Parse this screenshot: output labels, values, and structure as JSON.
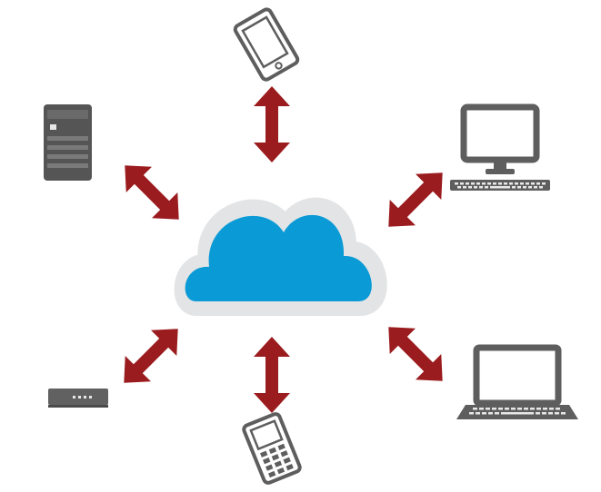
{
  "diagram": {
    "hub": {
      "icon": "cloud-icon"
    },
    "devices": [
      {
        "id": "tablet",
        "icon": "tablet-icon"
      },
      {
        "id": "server",
        "icon": "server-tower-icon"
      },
      {
        "id": "desktop",
        "icon": "desktop-computer-icon"
      },
      {
        "id": "router",
        "icon": "router-modem-icon"
      },
      {
        "id": "phone",
        "icon": "mobile-phone-icon"
      },
      {
        "id": "laptop",
        "icon": "laptop-icon"
      }
    ],
    "connections": [
      {
        "from": "cloud",
        "to": "tablet",
        "style": "bidirectional-arrow"
      },
      {
        "from": "cloud",
        "to": "server",
        "style": "bidirectional-arrow"
      },
      {
        "from": "cloud",
        "to": "desktop",
        "style": "bidirectional-arrow"
      },
      {
        "from": "cloud",
        "to": "router",
        "style": "bidirectional-arrow"
      },
      {
        "from": "cloud",
        "to": "phone",
        "style": "bidirectional-arrow"
      },
      {
        "from": "cloud",
        "to": "laptop",
        "style": "bidirectional-arrow"
      }
    ],
    "colors": {
      "cloud_fill": "#0a9ad6",
      "cloud_outline": "#e3e4e5",
      "arrow": "#9b1c1f",
      "device": "#5e5e5e",
      "device_light": "#9a9a9a"
    }
  }
}
